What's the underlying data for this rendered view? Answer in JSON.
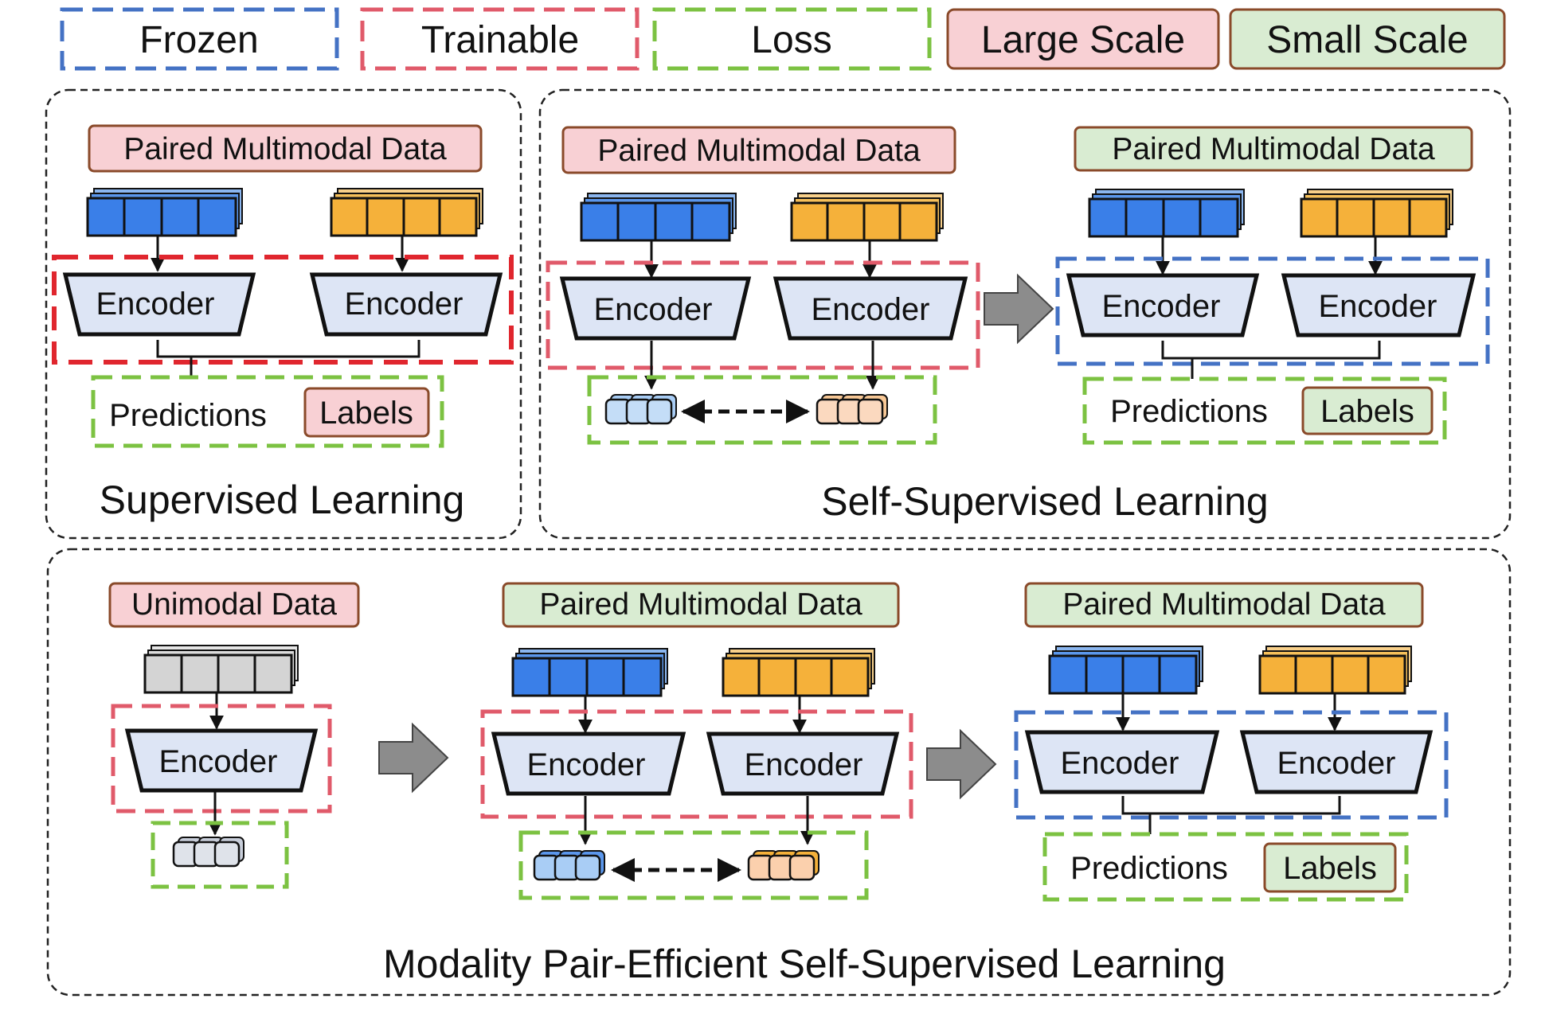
{
  "legend": {
    "frozen": "Frozen",
    "trainable": "Trainable",
    "loss": "Loss",
    "large_scale": "Large Scale",
    "small_scale": "Small Scale"
  },
  "colors": {
    "frozen": "#4472c4",
    "trainable": "#e05a6a",
    "loss": "#7cc242",
    "large_fill": "#f8d0d4",
    "small_fill": "#d9ecd2",
    "tag_border": "#8a4a2a",
    "encoder_fill": "#dde5f5",
    "blue_token": "#3a7fe8",
    "orange_token": "#f5b13a",
    "gray_token": "#d4d4d4",
    "arrow_gray": "#8c8c8c"
  },
  "supervised": {
    "data_tag": "Paired Multimodal Data",
    "encoder_left": "Encoder",
    "encoder_right": "Encoder",
    "predictions": "Predictions",
    "labels": "Labels",
    "title": "Supervised Learning"
  },
  "self_supervised": {
    "pretrain_data_tag": "Paired Multimodal Data",
    "pretrain_encoder_left": "Encoder",
    "pretrain_encoder_right": "Encoder",
    "finetune_data_tag": "Paired Multimodal Data",
    "finetune_encoder_left": "Encoder",
    "finetune_encoder_right": "Encoder",
    "predictions": "Predictions",
    "labels": "Labels",
    "title": "Self-Supervised Learning"
  },
  "pair_efficient": {
    "unimodal_tag": "Unimodal Data",
    "unimodal_encoder": "Encoder",
    "paired_tag": "Paired Multimodal Data",
    "paired_encoder_left": "Encoder",
    "paired_encoder_right": "Encoder",
    "finetune_tag": "Paired Multimodal Data",
    "finetune_encoder_left": "Encoder",
    "finetune_encoder_right": "Encoder",
    "predictions": "Predictions",
    "labels": "Labels",
    "title": "Modality Pair-Efficient Self-Supervised Learning"
  }
}
